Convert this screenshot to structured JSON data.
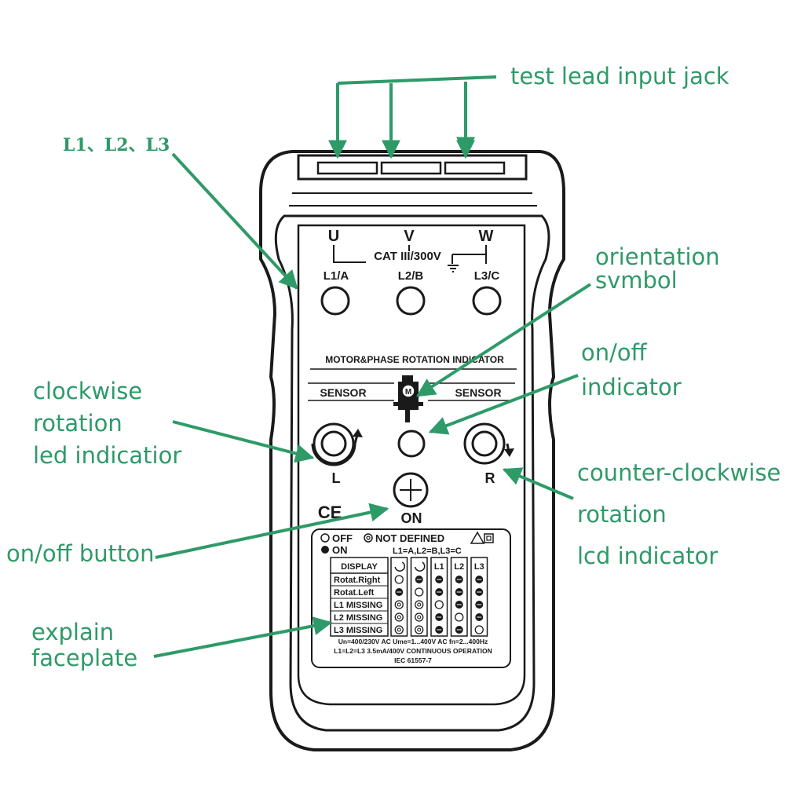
{
  "callouts": {
    "test_lead": "test lead input jack",
    "l123": "L1、L2、L3",
    "orientation": [
      "orientation",
      "svmbol"
    ],
    "onoff_ind": [
      "on/off",
      "indicator"
    ],
    "clockwise": [
      "clockwise",
      "rotation",
      "led indicatior"
    ],
    "counter": [
      "counter-clockwise",
      "rotation",
      "lcd indicator"
    ],
    "onoff_btn": "on/off button",
    "explain": [
      "explain",
      "faceplate"
    ]
  },
  "device": {
    "terminals": [
      {
        "letter": "U",
        "label": "L1/A"
      },
      {
        "letter": "V",
        "label": "L2/B"
      },
      {
        "letter": "W",
        "label": "L3/C"
      }
    ],
    "rating": "CAT III/300V",
    "title": "MOTOR&PHASE ROTATION INDICATOR",
    "sensor_left": "SENSOR",
    "sensor_right": "SENSOR",
    "motor_symbol": "M",
    "led_left": "L",
    "led_right": "R",
    "on_label": "ON",
    "ce_mark": "CE"
  },
  "faceplate": {
    "legend_off": "OFF",
    "legend_nd": "NOT DEFINED",
    "legend_on": "ON",
    "mapping": "L1=A,L2=B,L3=C",
    "header": [
      "DISPLAY",
      "",
      "",
      "L1",
      "L2",
      "L3"
    ],
    "rows": [
      {
        "label": "Rotat.Right",
        "cells": [
          "off",
          "on",
          "on",
          "on",
          "on"
        ]
      },
      {
        "label": "Rotat.Left",
        "cells": [
          "on",
          "off",
          "on",
          "on",
          "on"
        ]
      },
      {
        "label": "L1 MISSING",
        "cells": [
          "nd",
          "nd",
          "off",
          "on",
          "on"
        ]
      },
      {
        "label": "L2 MISSING",
        "cells": [
          "nd",
          "nd",
          "on",
          "off",
          "on"
        ]
      },
      {
        "label": "L3 MISSING",
        "cells": [
          "nd",
          "nd",
          "on",
          "on",
          "off"
        ]
      }
    ],
    "spec1": "Un=400/230V AC  Ume=1...400V AC  fn=2...400Hz",
    "spec2": "L1=L2=L3 3.5mA/400V CONTINUOUS OPERATION",
    "spec3": "IEC 61557-7"
  },
  "colors": {
    "accent": "#2e9a68",
    "ink": "#1a1a1a",
    "body_fill": "#ffffff"
  }
}
